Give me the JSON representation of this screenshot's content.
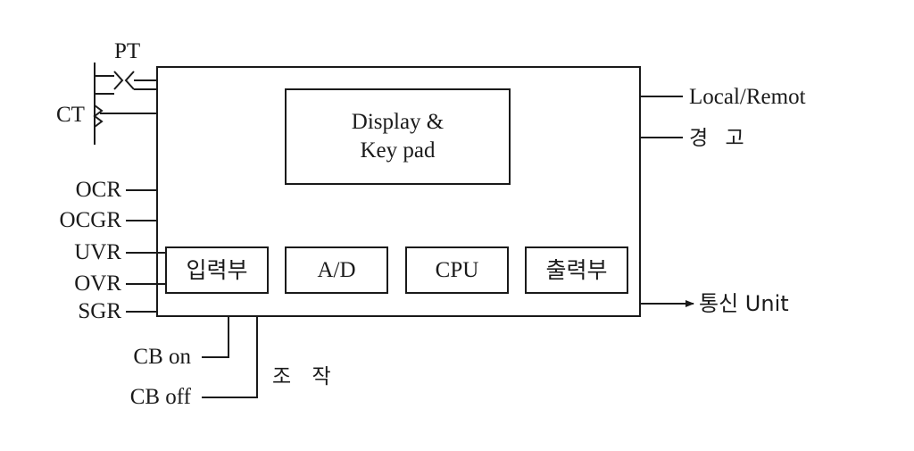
{
  "sensors": {
    "pt": "PT",
    "ct": "CT"
  },
  "display": {
    "line1": "Display &",
    "line2": "Key pad"
  },
  "inputs": [
    "OCR",
    "OCGR",
    "UVR",
    "OVR",
    "SGR"
  ],
  "modules": [
    "입력부",
    "A/D",
    "CPU",
    "출력부"
  ],
  "outputs": {
    "local_remote": "Local/Remot",
    "alarm": "경 고",
    "comm": "통신 Unit"
  },
  "controls": {
    "cb_on": "CB on",
    "cb_off": "CB off",
    "operation": "조 작"
  }
}
